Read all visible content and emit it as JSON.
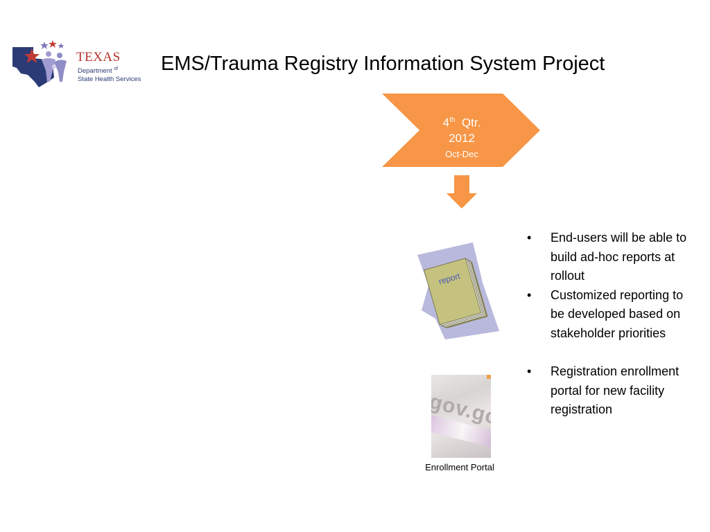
{
  "logo": {
    "texas": "TEXAS",
    "dept_line1_main": "Department",
    "dept_line1_sup": "of",
    "dept_line2": "State Health Services"
  },
  "title": "EMS/Trauma Registry Information System Project",
  "quarter": {
    "number": "4",
    "ordinal_sup": "th",
    "qtr": "Qtr.",
    "year": "2012",
    "months": "Oct-Dec",
    "color": "#f79646"
  },
  "report_icon": {
    "label": "report",
    "star_color": "#b9b9dd",
    "book_color": "#c5c280"
  },
  "portal": {
    "image_text": "gov.gov",
    "caption": "Enrollment Portal"
  },
  "bullets": {
    "items": [
      "End-users will be able to build ad-hoc reports at rollout",
      "Customized reporting to be developed based on stakeholder priorities",
      "Registration enrollment portal for new facility registration"
    ]
  }
}
